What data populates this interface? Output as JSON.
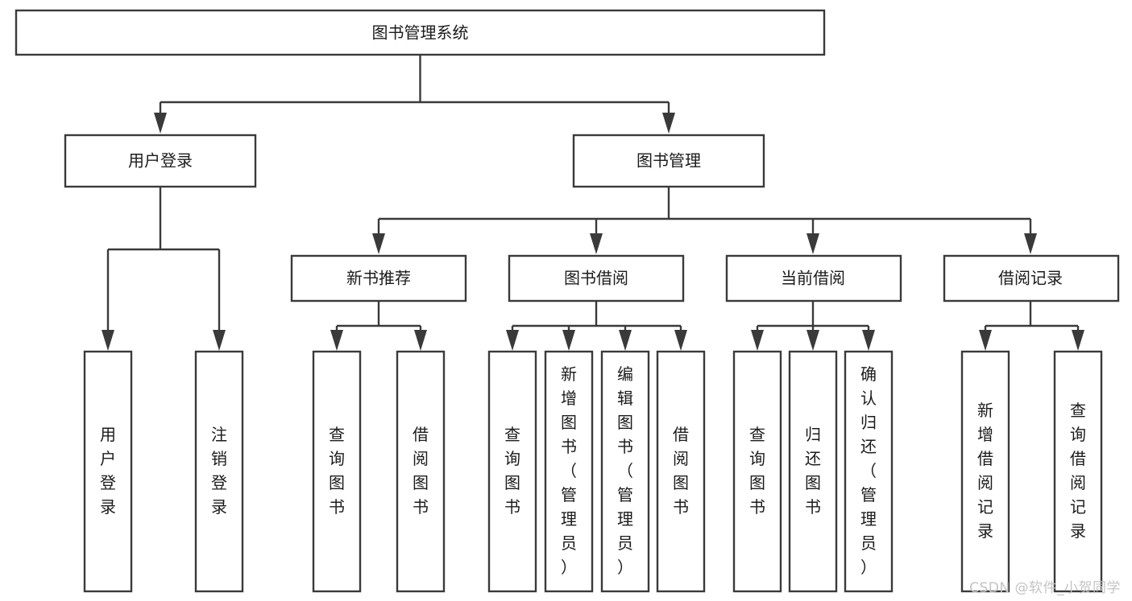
{
  "diagram": {
    "title": "图书管理系统",
    "type": "tree-hierarchy-chart",
    "root": {
      "label": "图书管理系统"
    },
    "level1": [
      {
        "label": "用户登录"
      },
      {
        "label": "图书管理"
      }
    ],
    "level2": [
      {
        "label": "新书推荐"
      },
      {
        "label": "图书借阅"
      },
      {
        "label": "当前借阅"
      },
      {
        "label": "借阅记录"
      }
    ],
    "leaves": {
      "user_login": [
        {
          "label": "用户登录"
        },
        {
          "label": "注销登录"
        }
      ],
      "new_book_recommend": [
        {
          "label": "查询图书"
        },
        {
          "label": "借阅图书"
        }
      ],
      "book_borrow": [
        {
          "label": "查询图书"
        },
        {
          "label": "新增图书（管理员）"
        },
        {
          "label": "编辑图书（管理员）"
        },
        {
          "label": "借阅图书"
        }
      ],
      "current_borrow": [
        {
          "label": "查询图书"
        },
        {
          "label": "归还图书"
        },
        {
          "label": "确认归还（管理员）"
        }
      ],
      "borrow_record": [
        {
          "label": "新增借阅记录"
        },
        {
          "label": "查询借阅记录"
        }
      ]
    }
  },
  "watermark": {
    "text": "CSDN @软件_小贺同学"
  },
  "colors": {
    "stroke": "#3a3a3a",
    "box_fill": "#ffffff",
    "text": "#1b1b1b",
    "background": "#ffffff",
    "watermark": "#c4c4c4"
  }
}
